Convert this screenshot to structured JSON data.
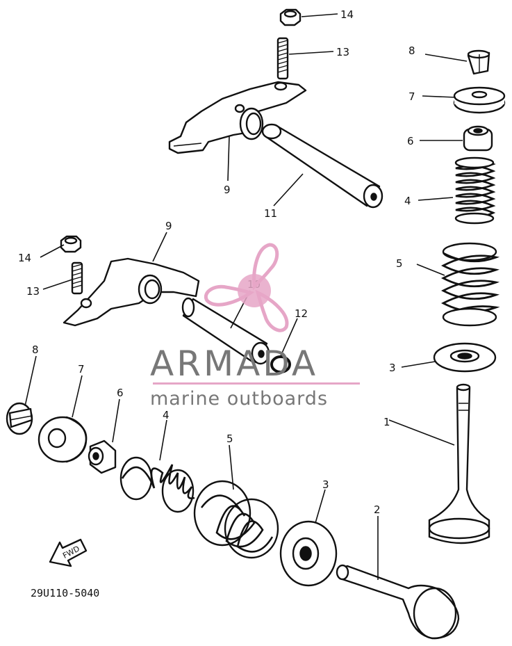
{
  "diagram": {
    "callouts": [
      "14",
      "13",
      "8",
      "7",
      "6",
      "4",
      "9",
      "11",
      "5",
      "3",
      "10",
      "12",
      "1",
      "2"
    ],
    "part_code": "29U110-5040",
    "fwd_label": "FWD"
  },
  "watermark": {
    "title": "ARMADA",
    "subtitle": "marine outboards",
    "title_color": "#777777",
    "accent_color": "#e6a6c7"
  }
}
